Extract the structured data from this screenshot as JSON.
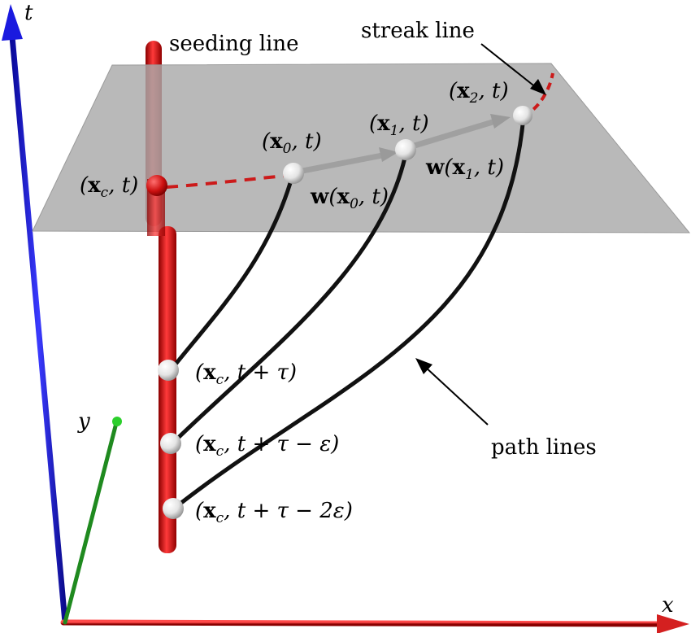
{
  "axes": {
    "t": "t",
    "x": "x",
    "y": "y"
  },
  "labels": {
    "seeding_line": "seeding line",
    "streak_line": "streak line",
    "path_lines": "path lines"
  },
  "points": {
    "xc_t": {
      "open": "(",
      "bold": "x",
      "sub": "c",
      "rest": ", t)"
    },
    "x0_t": {
      "open": "(",
      "bold": "x",
      "sub": "0",
      "rest": ", t)"
    },
    "x1_t": {
      "open": "(",
      "bold": "x",
      "sub": "1",
      "rest": ", t)"
    },
    "x2_t": {
      "open": "(",
      "bold": "x",
      "sub": "2",
      "rest": ", t)"
    },
    "w_x0": {
      "bold_w": "w",
      "open": "(",
      "bold": "x",
      "sub": "0",
      "rest": ", t)"
    },
    "w_x1": {
      "bold_w": "w",
      "open": "(",
      "bold": "x",
      "sub": "1",
      "rest": ", t)"
    },
    "xc_tau": {
      "open": "(",
      "bold": "x",
      "sub": "c",
      "rest": ", t + τ)"
    },
    "xc_tau_eps": {
      "open": "(",
      "bold": "x",
      "sub": "c",
      "rest": ", t + τ − ε)"
    },
    "xc_tau_2eps": {
      "open": "(",
      "bold": "x",
      "sub": "c",
      "rest": ", t + τ − 2ε)"
    }
  },
  "colors": {
    "t_axis": "#1a1adf",
    "x_axis": "#d42020",
    "y_axis": "#1f8a1f",
    "seeding_line": "#d01515",
    "plane": "#a9a9a9",
    "path_line": "#111111",
    "streak": "#cc1a1a"
  }
}
